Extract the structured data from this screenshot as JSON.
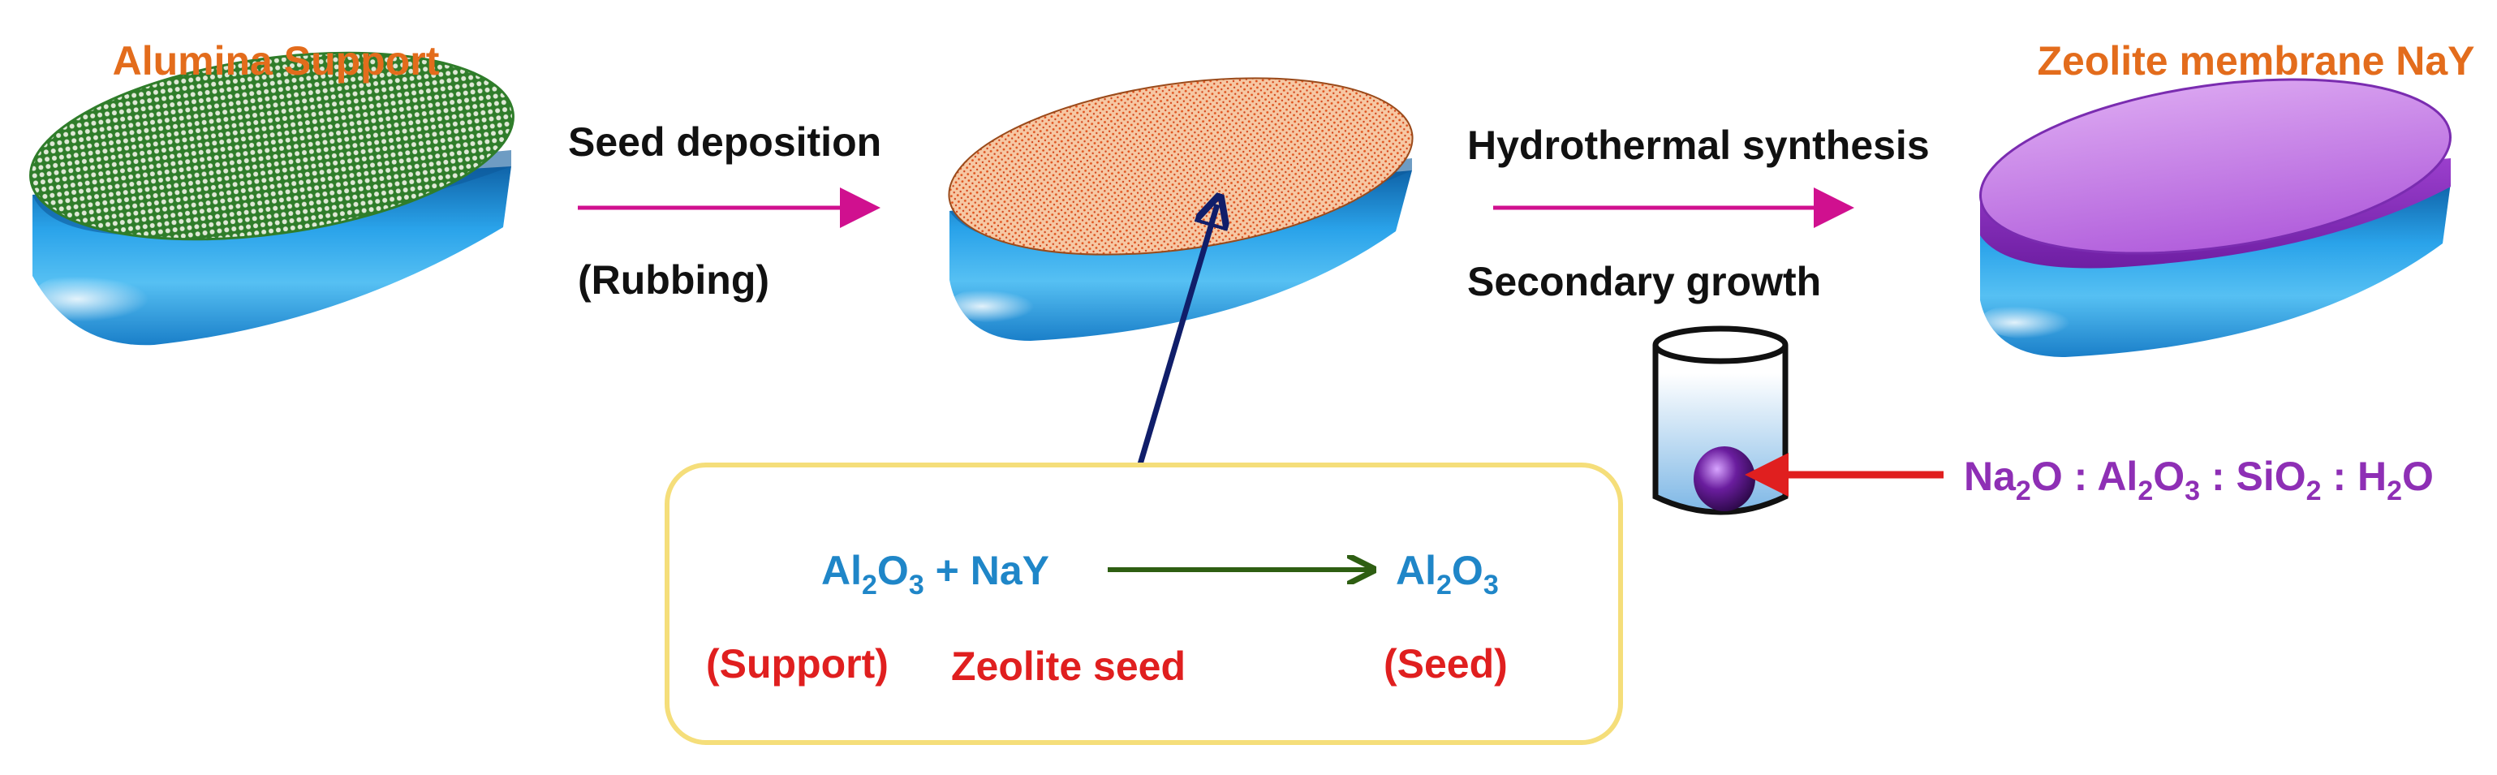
{
  "support_title": "Alumina Support",
  "membrane_title": "Zeolite membrane NaY",
  "step1": {
    "label": "Seed deposition",
    "sublabel": "(Rubbing)"
  },
  "step2": {
    "label": "Hydrothermal synthesis",
    "sublabel": "Secondary growth"
  },
  "gel_composition": {
    "na": "Na",
    "na_sub": "2",
    "o1": "O : Al",
    "al_sub": "2",
    "o2": "O",
    "o2_sub": "3",
    "si": " : SiO",
    "si_sub": "2",
    "h": " : H",
    "h_sub": "2",
    "o3": "O"
  },
  "reaction": {
    "reactant_al": "Al",
    "reactant_al_sub": "2",
    "reactant_o": "O",
    "reactant_o_sub": "3",
    "plus_nay": " + NaY",
    "product_al": "Al",
    "product_al_sub": "2",
    "product_o": "O",
    "product_o_sub": "3",
    "support_label": "(Support)",
    "zeolite_label": "Zeolite seed",
    "seed_label": "(Seed)"
  },
  "colors": {
    "orange_title": "#E36C1C",
    "purple_text": "#8E2FB5",
    "blue_text": "#1F86C8",
    "red_text": "#E01F1F",
    "magenta_arrow": "#D0108F",
    "navy_arrow": "#101E6A",
    "green_arrow": "#2E5E12",
    "box_border": "#F5DE7A",
    "disc_blue": "#1E90D8"
  }
}
